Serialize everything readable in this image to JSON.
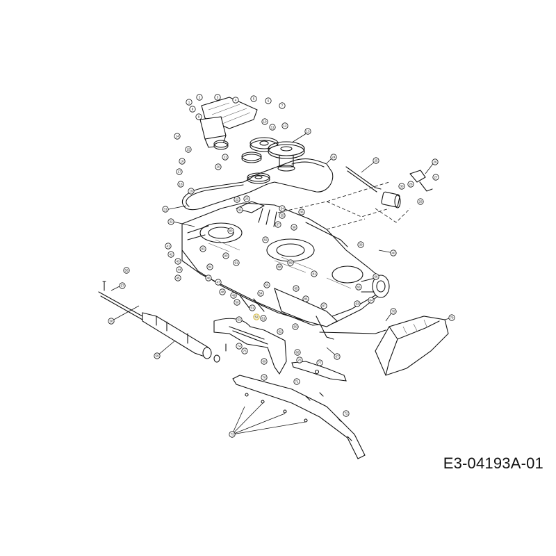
{
  "diagram": {
    "id_label": "E3-04193A-01",
    "callouts": [
      {
        "ref": "1"
      },
      {
        "ref": "2"
      },
      {
        "ref": "3"
      },
      {
        "ref": "4"
      },
      {
        "ref": "5"
      },
      {
        "ref": "6"
      },
      {
        "ref": "7"
      },
      {
        "ref": "8"
      },
      {
        "ref": "9"
      },
      {
        "ref": "10"
      },
      {
        "ref": "11"
      },
      {
        "ref": "12"
      },
      {
        "ref": "13"
      },
      {
        "ref": "14"
      },
      {
        "ref": "15"
      },
      {
        "ref": "16"
      },
      {
        "ref": "17"
      },
      {
        "ref": "18"
      },
      {
        "ref": "19"
      },
      {
        "ref": "20"
      },
      {
        "ref": "21"
      },
      {
        "ref": "22"
      },
      {
        "ref": "23"
      },
      {
        "ref": "24"
      },
      {
        "ref": "25"
      },
      {
        "ref": "26"
      },
      {
        "ref": "27"
      },
      {
        "ref": "28"
      },
      {
        "ref": "29"
      },
      {
        "ref": "30"
      },
      {
        "ref": "31"
      },
      {
        "ref": "32"
      },
      {
        "ref": "33"
      },
      {
        "ref": "34"
      },
      {
        "ref": "35"
      },
      {
        "ref": "36"
      },
      {
        "ref": "37"
      },
      {
        "ref": "38"
      },
      {
        "ref": "39"
      },
      {
        "ref": "40"
      },
      {
        "ref": "41"
      },
      {
        "ref": "42"
      },
      {
        "ref": "43"
      },
      {
        "ref": "44"
      },
      {
        "ref": "45"
      },
      {
        "ref": "46"
      },
      {
        "ref": "47"
      },
      {
        "ref": "48"
      },
      {
        "ref": "49"
      },
      {
        "ref": "50"
      },
      {
        "ref": "51"
      },
      {
        "ref": "52"
      },
      {
        "ref": "53"
      },
      {
        "ref": "54"
      },
      {
        "ref": "55"
      },
      {
        "ref": "56"
      },
      {
        "ref": "57"
      },
      {
        "ref": "58"
      },
      {
        "ref": "59"
      },
      {
        "ref": "60"
      },
      {
        "ref": "61"
      },
      {
        "ref": "62"
      },
      {
        "ref": "63"
      },
      {
        "ref": "64"
      },
      {
        "ref": "65"
      },
      {
        "ref": "66"
      },
      {
        "ref": "67"
      },
      {
        "ref": "68"
      },
      {
        "ref": "69"
      },
      {
        "ref": "70"
      },
      {
        "ref": "71"
      },
      {
        "ref": "72"
      },
      {
        "ref": "73"
      },
      {
        "ref": "74"
      },
      {
        "ref": "75"
      },
      {
        "ref": "76"
      },
      {
        "ref": "77"
      },
      {
        "ref": "78"
      },
      {
        "ref": "79"
      },
      {
        "ref": "80"
      },
      {
        "ref": "81"
      },
      {
        "ref": "82"
      },
      {
        "ref": "83"
      },
      {
        "ref": "84"
      },
      {
        "ref": "85"
      },
      {
        "ref": "86"
      },
      {
        "ref": "87"
      },
      {
        "ref": "88"
      },
      {
        "ref": "89"
      },
      {
        "ref": "90"
      },
      {
        "ref": "91"
      }
    ],
    "highlighted_ref": "52",
    "highlight_color": "#c9a820"
  }
}
